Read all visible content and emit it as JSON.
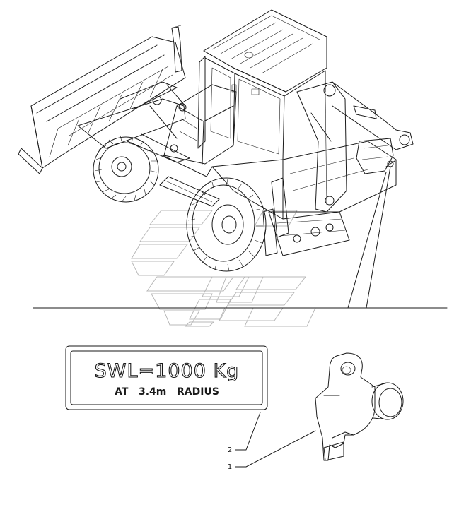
{
  "decal": {
    "line1": "SWL=1000 Kg",
    "line2": "AT   3.4m   RADIUS"
  },
  "callouts": [
    {
      "number": "2",
      "part": "swl-decal"
    },
    {
      "number": "1",
      "part": "lifting-eye-bracket"
    }
  ],
  "watermark": {
    "kind": "manufacturer-logo-watermark",
    "color": "#b8b8b8"
  },
  "colors": {
    "ink": "#1a1a1a",
    "watermark": "#b8b8b8",
    "background": "#ffffff"
  }
}
